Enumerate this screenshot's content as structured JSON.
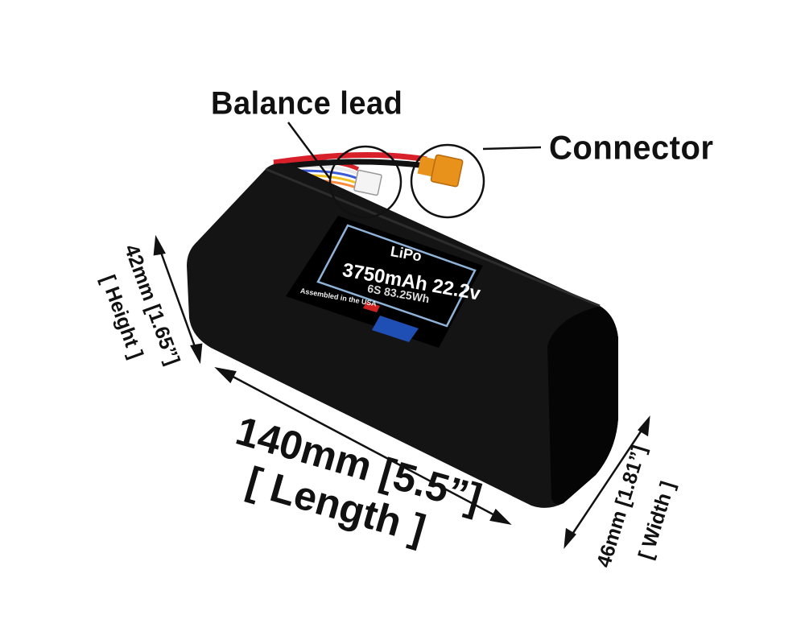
{
  "callouts": {
    "balance_lead": "Balance lead",
    "connector": "Connector"
  },
  "dimensions": {
    "length_value": "140mm [5.5”]",
    "length_label": "[ Length ]",
    "height_value": "42mm [1.65”]",
    "height_label": "[ Height ]",
    "width_value": "46mm [1.81”]",
    "width_label": "[ Width ]"
  },
  "battery_label": {
    "chemistry": "LiPo",
    "spec": "3750mAh 22.2v",
    "cells": "6S 83.25Wh",
    "origin": "Assembled in the USA"
  },
  "colors": {
    "battery_body": "#141414",
    "battery_edge": "#050505",
    "label_background": "#000000",
    "label_border": "#8fb2d8",
    "connector": "#e8921c",
    "wire_red": "#d8202a",
    "logo": "#1f4fb5"
  }
}
